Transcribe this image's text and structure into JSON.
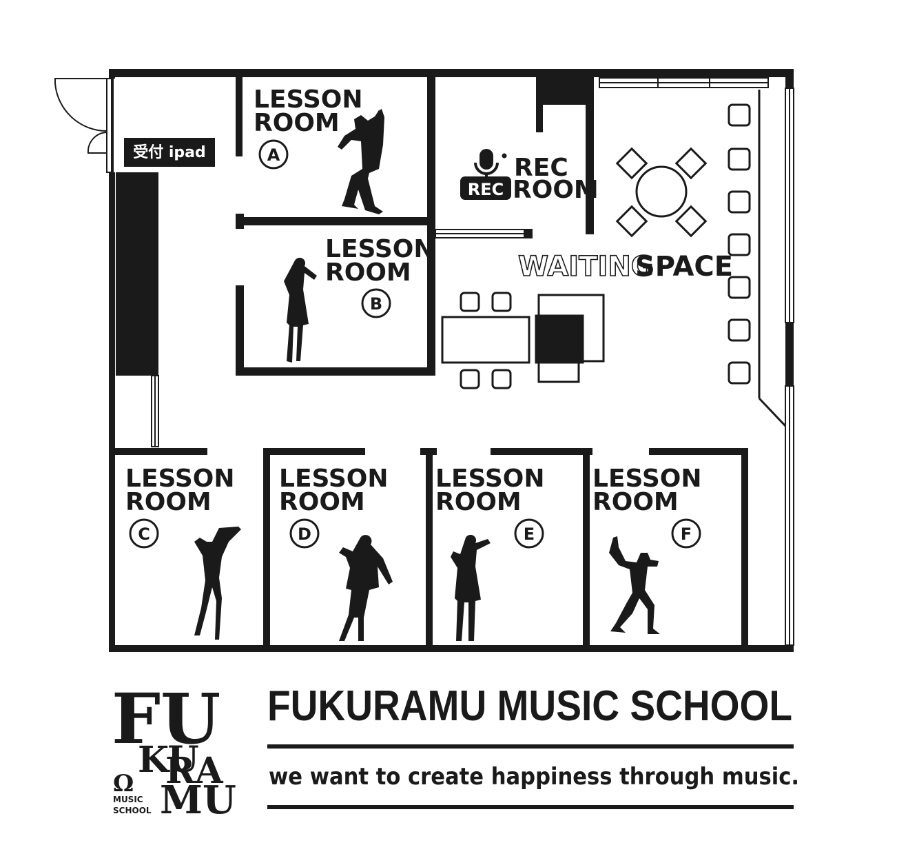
{
  "colors": {
    "ink": "#1a1a1a",
    "paper": "#ffffff"
  },
  "reception": {
    "label": "受付 ipad"
  },
  "rooms": {
    "a": {
      "line1": "LESSON",
      "line2": "ROOM",
      "badge": "A"
    },
    "b": {
      "line1": "LESSON",
      "line2": "ROOM",
      "badge": "B"
    },
    "c": {
      "line1": "LESSON",
      "line2": "ROOM",
      "badge": "C"
    },
    "d": {
      "line1": "LESSON",
      "line2": "ROOM",
      "badge": "D"
    },
    "e": {
      "line1": "LESSON",
      "line2": "ROOM",
      "badge": "E"
    },
    "f": {
      "line1": "LESSON",
      "line2": "ROOM",
      "badge": "F"
    }
  },
  "rec_room": {
    "line1": "REC",
    "line2": "ROOM",
    "badge": "REC",
    "icon": "microphone-icon"
  },
  "waiting": {
    "word1": "WAITING",
    "word2": "SPACE"
  },
  "logo": {
    "row1": "FU",
    "row2": "KU",
    "row3": "RA",
    "row4": "MU",
    "symbol": "Ω",
    "sub1": "MUSIC",
    "sub2": "SCHOOL"
  },
  "footer": {
    "title": "FUKURAMU MUSIC SCHOOL",
    "tagline": "we want to create happiness through music."
  }
}
